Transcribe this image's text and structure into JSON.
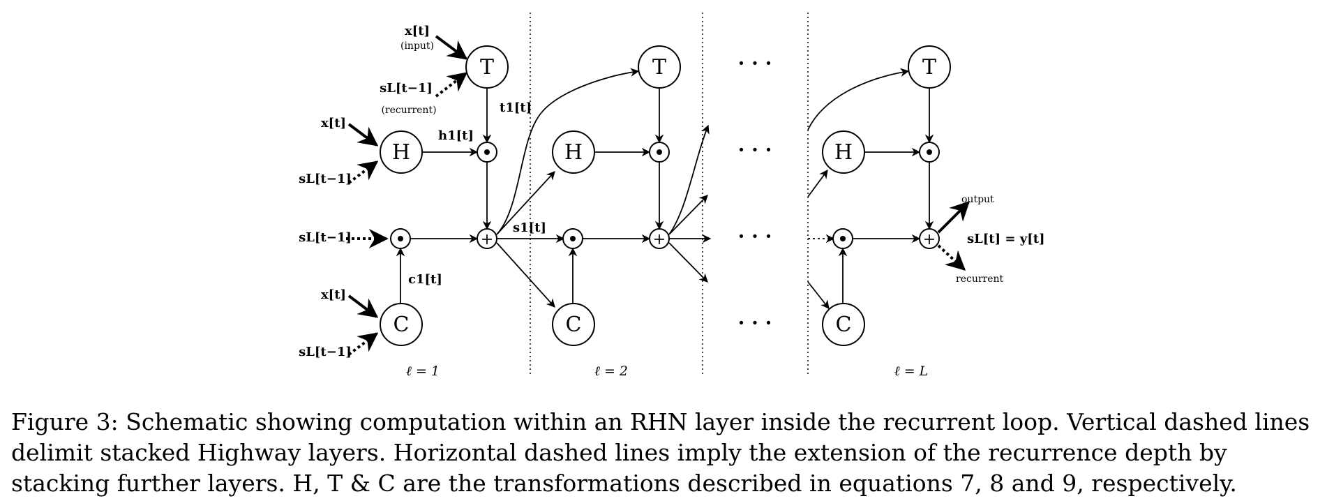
{
  "diagram": {
    "nodes": {
      "T": "T",
      "H": "H",
      "C": "C",
      "mult": "⊙",
      "plus": "+"
    },
    "inputs": {
      "x": "x[t]",
      "input_note": "(input)",
      "s_prev": "sL[t−1]",
      "recurrent_note": "(recurrent)"
    },
    "edge_labels": {
      "t1": "t1[t]",
      "h1": "h1[t]",
      "c1": "c1[t]",
      "s1": "s1[t]"
    },
    "outputs": {
      "output": "output",
      "recurrent": "recurrent",
      "final_state": "sL[t] = y[t]"
    },
    "ellipsis": "· · ·",
    "layer_labels": [
      "ℓ = 1",
      "ℓ = 2",
      "ℓ = L"
    ]
  },
  "caption": {
    "text": "Figure 3: Schematic showing computation within an RHN layer inside the recurrent loop. Vertical dashed lines delimit stacked Highway layers. Horizontal dashed lines imply the extension of the recurrence depth by stacking further layers. H, T & C are the transformations described in equations 7, 8 and 9, respectively."
  }
}
